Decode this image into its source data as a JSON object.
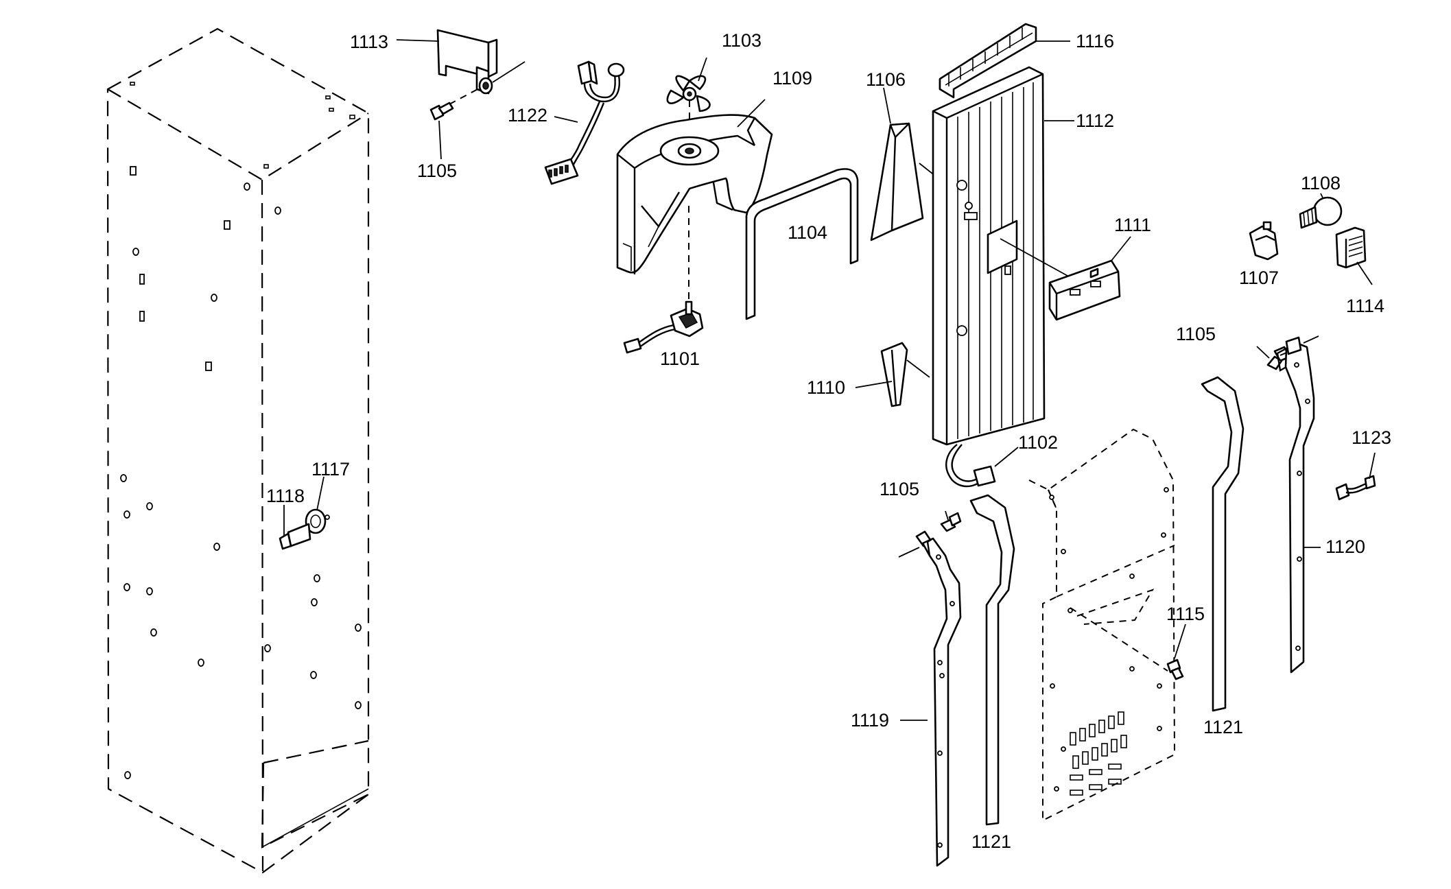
{
  "diagram": {
    "type": "exploded-parts-diagram",
    "callouts": {
      "c1101": "1101",
      "c1102": "1102",
      "c1103": "1103",
      "c1104": "1104",
      "c1105a": "1105",
      "c1105b": "1105",
      "c1105c": "1105",
      "c1106": "1106",
      "c1107": "1107",
      "c1108": "1108",
      "c1109": "1109",
      "c1110": "1110",
      "c1111": "1111",
      "c1112": "1112",
      "c1113": "1113",
      "c1114": "1114",
      "c1115": "1115",
      "c1116": "1116",
      "c1117": "1117",
      "c1118": "1118",
      "c1119": "1119",
      "c1120": "1120",
      "c1121a": "1121",
      "c1121b": "1121",
      "c1122": "1122",
      "c1123": "1123"
    }
  }
}
